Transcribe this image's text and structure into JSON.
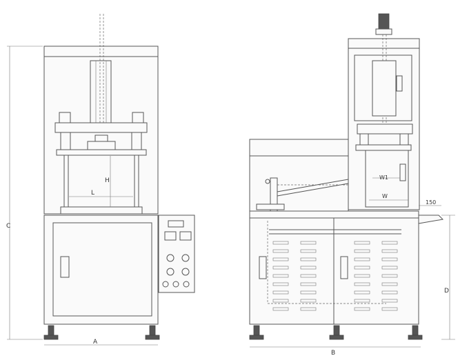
{
  "dimensions": {
    "a": "A",
    "b": "B",
    "c": "C",
    "d": "D",
    "h": "H",
    "l": "L",
    "w": "W",
    "w1": "W1",
    "offset": "150"
  },
  "colors": {
    "line": "#555555",
    "background": "#ffffff"
  }
}
